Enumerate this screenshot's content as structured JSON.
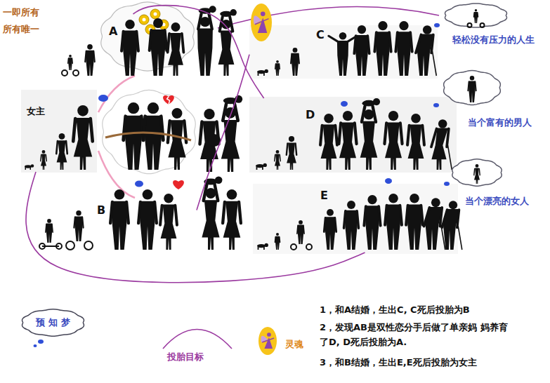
{
  "diagram": {
    "nodes": [
      {
        "text": [
          "A"
        ]
      },
      {
        "text": [
          "C"
        ]
      },
      {
        "text": [
          "轻松没有压力的人生"
        ]
      },
      {
        "text": [
          "女主"
        ]
      },
      {
        "text": [
          "D"
        ]
      },
      {
        "text": [
          "当个富有的男人"
        ]
      },
      {
        "text": [
          "B"
        ]
      },
      {
        "text": [
          "E"
        ]
      },
      {
        "text": [
          "当个漂亮的女人"
        ]
      }
    ],
    "edges": [
      {
        "from": 1,
        "to": 6,
        "arrow": "none"
      },
      {
        "from": 4,
        "to": 0,
        "arrow": "none"
      },
      {
        "from": 7,
        "to": 3,
        "arrow": "none"
      }
    ],
    "labels": [
      "一即所有",
      "所有唯一",
      "1，和A结婚，生出C, C死后投胎为B",
      "2，发现AB是双性恋分手后做了单亲妈 妈养育了D, D死后投胎为A.",
      "3，和B结婚，生出E,E死后投胎为女主"
    ],
    "legend": [
      {
        "text": "预 知 梦"
      },
      {
        "text": "投胎目标"
      },
      {
        "text": "灵魂"
      }
    ]
  }
}
